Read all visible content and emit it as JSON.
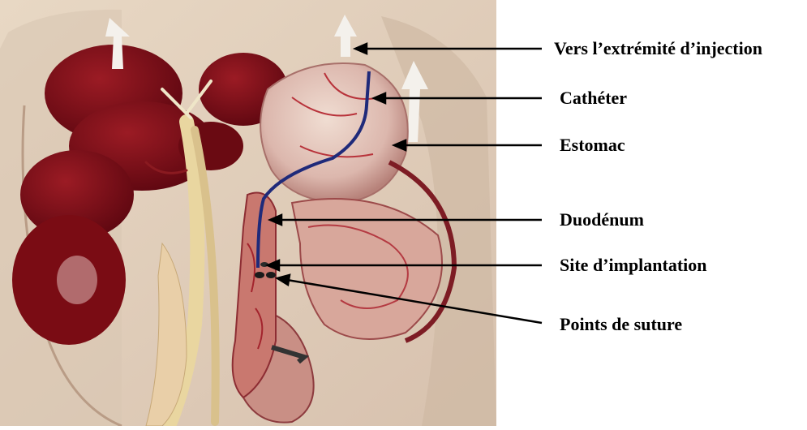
{
  "labels": {
    "injection_end": "Vers l’extrémité d’injection",
    "catheter": "Cathéter",
    "stomach": "Estomac",
    "duodenum": "Duodénum",
    "implantation_site": "Site d’implantation",
    "sutures": "Points de suture"
  },
  "colors": {
    "catheter": "#1f2a7a",
    "tissue": "#7a0c14",
    "background": "#ffffff"
  }
}
